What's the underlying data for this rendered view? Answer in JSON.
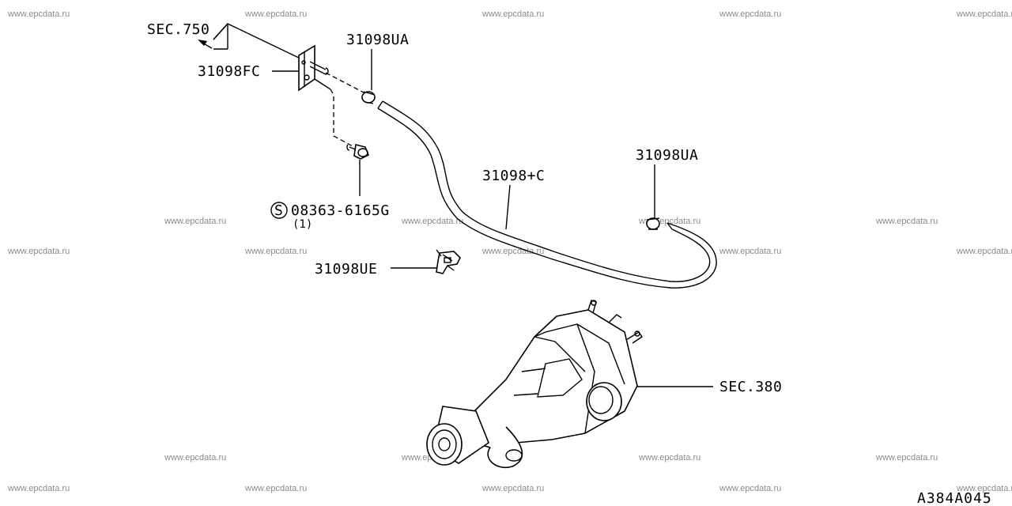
{
  "watermark": "www.epcdata.ru",
  "drawing_code": "A384A045",
  "parts": {
    "sec750": "SEC.750",
    "bracket": "31098FC",
    "clamp_top": "31098UA",
    "hose": "31098+C",
    "clamp_right": "31098UA",
    "bolt_mark": "S",
    "bolt": "08363-6165G",
    "bolt_qty": "(1)",
    "clip": "31098UE",
    "sec380": "SEC.380"
  }
}
